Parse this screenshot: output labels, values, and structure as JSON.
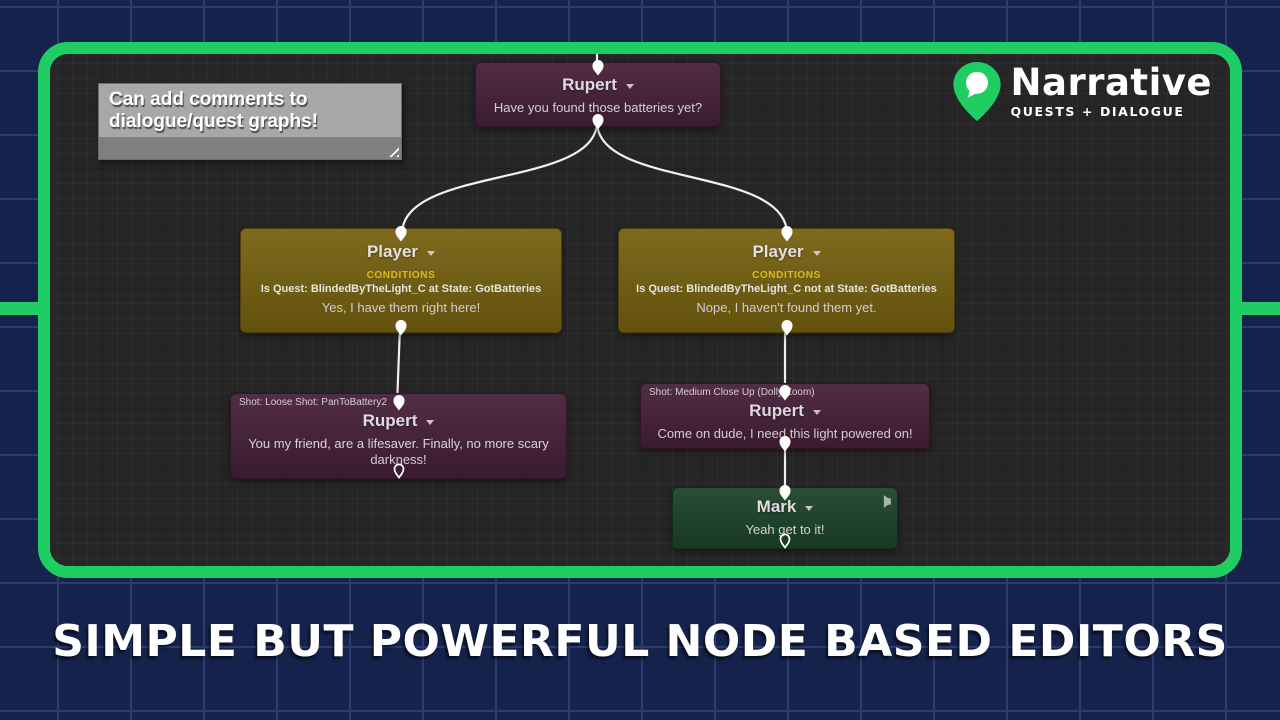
{
  "branding": {
    "title": "Narrative",
    "subtitle": "QUESTS + DIALOGUE",
    "accent_green": "#1fcd63"
  },
  "headline": {
    "text": "SIMPLE BUT POWERFUL NODE BASED EDITORS"
  },
  "comment_box": {
    "text": "Can add comments to dialogue/quest graphs!"
  },
  "graph": {
    "background": "#272626",
    "wire_color": "#f0f0f0",
    "conditions_color": "#eec915",
    "node_colors": {
      "rupert": "#48213c",
      "player": "#786311",
      "mark": "#1e452a"
    },
    "nodes": [
      {
        "id": "rupert-greeting",
        "speaker": "Rupert",
        "line": "Have you found those batteries yet?",
        "color": "#48213c"
      },
      {
        "id": "player-yes",
        "speaker": "Player",
        "conditions_label": "CONDITIONS",
        "condition": "Is Quest: BlindedByTheLight_C at State: GotBatteries",
        "line": "Yes, I have them right here!",
        "color": "#786311"
      },
      {
        "id": "player-no",
        "speaker": "Player",
        "conditions_label": "CONDITIONS",
        "condition": "Is Quest: BlindedByTheLight_C not at State: GotBatteries",
        "line": "Nope, I haven't found them yet.",
        "color": "#786311"
      },
      {
        "id": "rupert-thanks",
        "speaker": "Rupert",
        "shot": "Shot: Loose Shot: PanToBattery2",
        "line": "You my friend, are a lifesaver. Finally, no more scary darkness!",
        "color": "#48213c"
      },
      {
        "id": "rupert-hurry",
        "speaker": "Rupert",
        "shot": "Shot: Medium Close Up (Dolly Zoom)",
        "line": "Come on dude, I need this light powered on!",
        "color": "#48213c"
      },
      {
        "id": "mark-reply",
        "speaker": "Mark",
        "line": "Yeah get to it!",
        "color": "#1e452a"
      }
    ]
  }
}
